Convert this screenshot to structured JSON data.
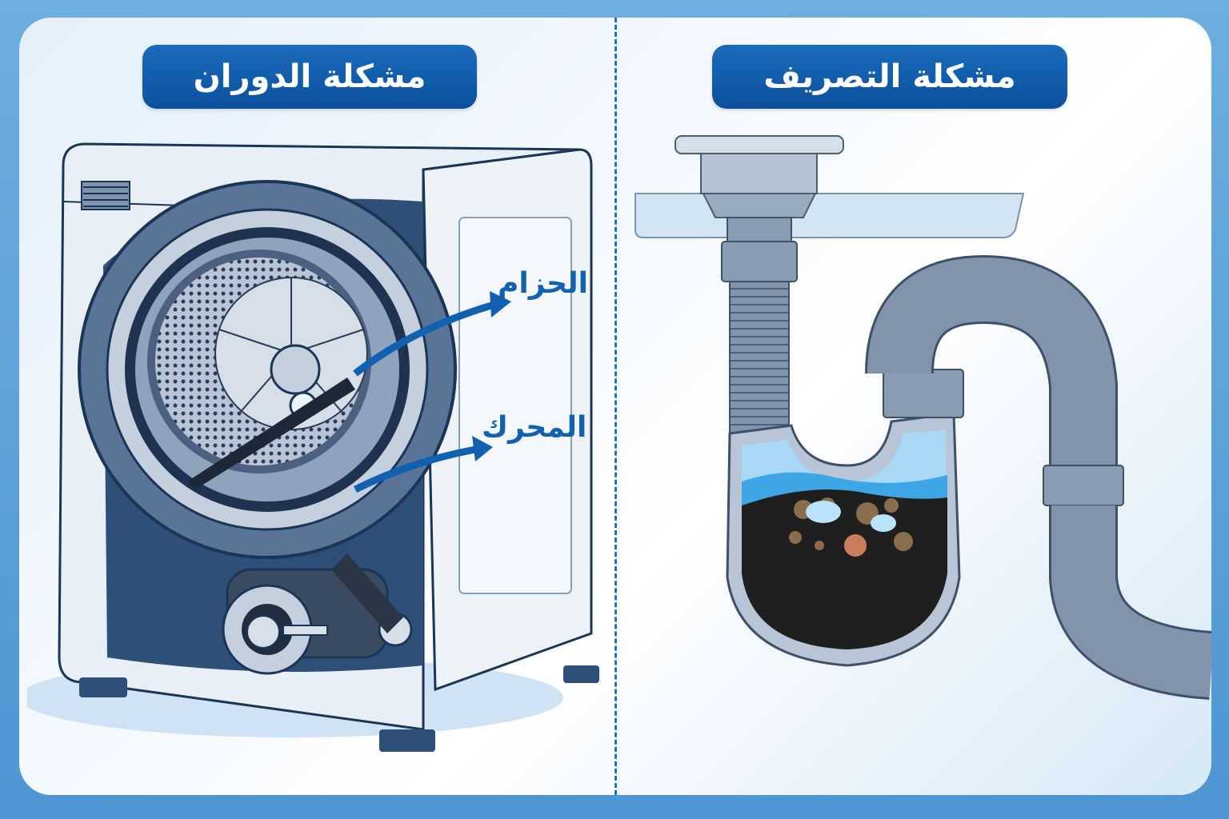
{
  "left_panel": {
    "title": "مشكلة الدوران",
    "illustration": "washing-machine-cutaway",
    "callouts": [
      {
        "label": "الحزام",
        "points_to": "drum-belt"
      },
      {
        "label": "المحرك",
        "points_to": "motor"
      }
    ]
  },
  "right_panel": {
    "title": "مشكلة التصريف",
    "illustration": "clogged-drain-trap-and-hose"
  },
  "colors": {
    "frame_blue": "#4d96d2",
    "badge_blue": "#0b4f9c",
    "label_blue": "#1260b0",
    "divider_blue": "#1e74c0",
    "machine_dark": "#2e4f78",
    "pipe_gray": "#7f93aa",
    "water_blue": "#3fa6e6",
    "debris_dark": "#1f1f1f"
  }
}
